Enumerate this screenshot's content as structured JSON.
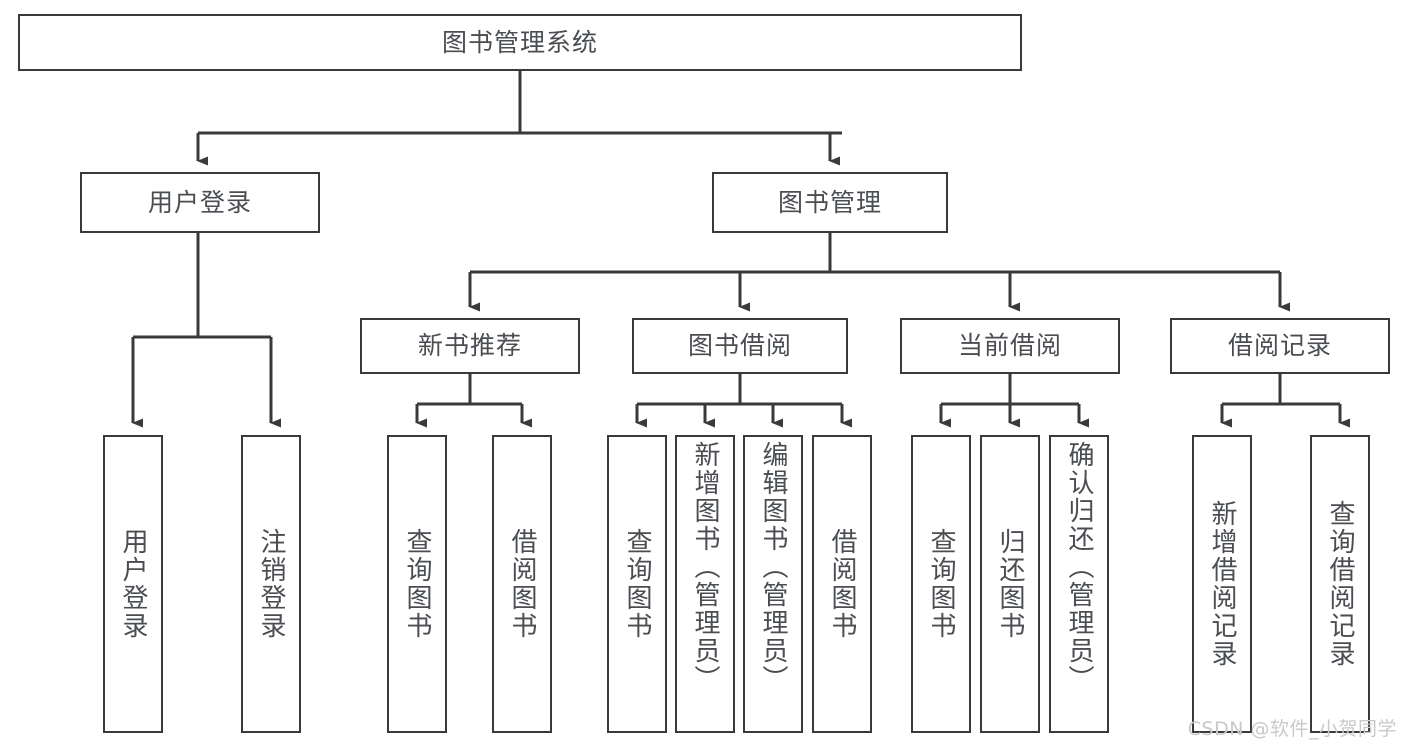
{
  "diagram": {
    "title": "图书管理系统",
    "type": "tree-hierarchy",
    "watermark": "CSDN @软件_小贺同学",
    "colors": {
      "stroke": "#3a3a3a",
      "text": "#4a4d51",
      "background": "#ffffff",
      "watermark": "#c9c9c9"
    },
    "nodes": {
      "root": {
        "label": "图书管理系统"
      },
      "level2": [
        {
          "id": "user-login",
          "label": "用户登录"
        },
        {
          "id": "book-manage",
          "label": "图书管理"
        }
      ],
      "level3": [
        {
          "id": "new-book-recommend",
          "label": "新书推荐"
        },
        {
          "id": "book-borrow",
          "label": "图书借阅"
        },
        {
          "id": "current-borrow",
          "label": "当前借阅"
        },
        {
          "id": "borrow-record",
          "label": "借阅记录"
        }
      ],
      "leaves": {
        "user_login": [
          {
            "id": "leaf-user-login",
            "label": "用户登录"
          },
          {
            "id": "leaf-logout-login",
            "label": "注销登录"
          }
        ],
        "new_book_recommend": [
          {
            "id": "leaf-query-book-1",
            "label": "查询图书"
          },
          {
            "id": "leaf-borrow-book-1",
            "label": "借阅图书"
          }
        ],
        "book_borrow": [
          {
            "id": "leaf-query-book-2",
            "label": "查询图书"
          },
          {
            "id": "leaf-add-book",
            "label": "新增图书（管理员）"
          },
          {
            "id": "leaf-edit-book",
            "label": "编辑图书（管理员）"
          },
          {
            "id": "leaf-borrow-book-2",
            "label": "借阅图书"
          }
        ],
        "current_borrow": [
          {
            "id": "leaf-query-book-3",
            "label": "查询图书"
          },
          {
            "id": "leaf-return-book",
            "label": "归还图书"
          },
          {
            "id": "leaf-confirm-return",
            "label": "确认归还（管理员）"
          }
        ],
        "borrow_record": [
          {
            "id": "leaf-add-record",
            "label": "新增借阅记录"
          },
          {
            "id": "leaf-query-record",
            "label": "查询借阅记录"
          }
        ]
      }
    }
  }
}
